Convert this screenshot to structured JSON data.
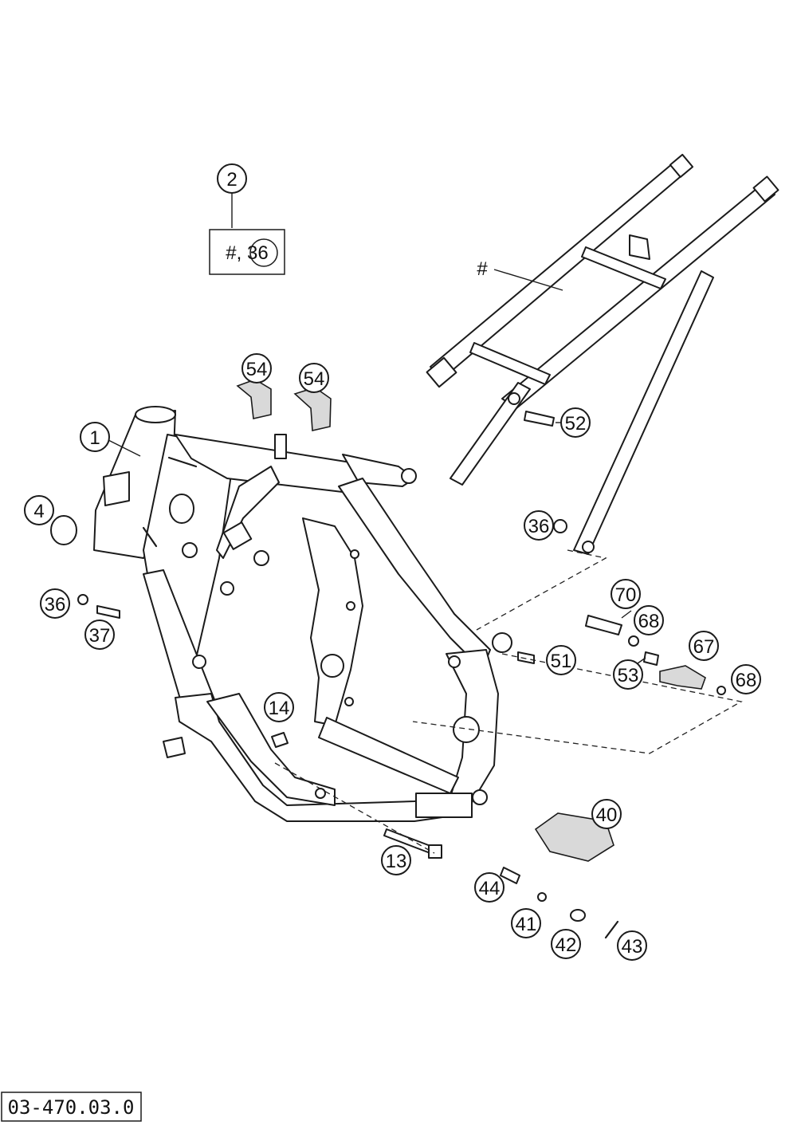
{
  "document_number": "03-470.03.0",
  "callouts": {
    "c1": "1",
    "c2": "2",
    "c2_box": "#, 36",
    "c4": "4",
    "c13": "13",
    "c14": "14",
    "c36_left": "36",
    "c36_right": "36",
    "c37": "37",
    "c40": "40",
    "c41": "41",
    "c42": "42",
    "c43": "43",
    "c44": "44",
    "c51": "51",
    "c52": "52",
    "c53": "53",
    "c54_a": "54",
    "c54_b": "54",
    "c67": "67",
    "c68_a": "68",
    "c68_b": "68",
    "c70": "70",
    "subframe_mark": "#"
  }
}
